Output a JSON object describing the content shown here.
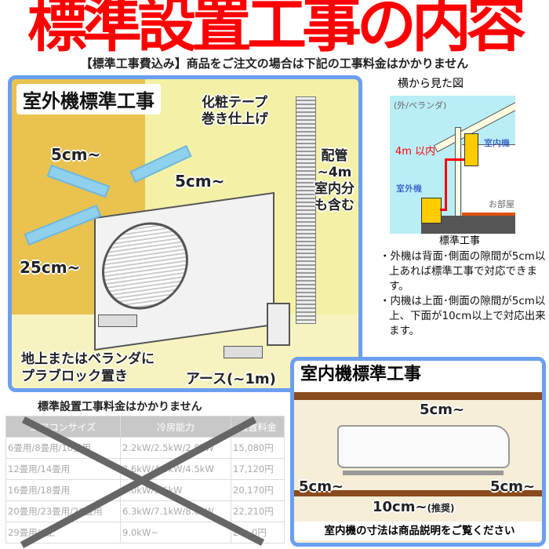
{
  "header": {
    "title": "標準設置工事の内容",
    "subtitle": "【標準工事費込み】商品をご注文の場合は下記の工事料金はかかりません"
  },
  "outdoor": {
    "title": "室外機標準工事",
    "tape": [
      "化粧テープ",
      "巻き仕上げ"
    ],
    "pipe": [
      "配管",
      "~4m",
      "室内分",
      "も含む"
    ],
    "gap_top": "5cm~",
    "gap_side": "5cm~",
    "gap_back": "25cm~",
    "base": [
      "地上またはベランダに",
      "プラブロック置き"
    ],
    "earth": "アース(~1m)"
  },
  "side_view": {
    "heading": "横から見た図",
    "outside": "(外/ベランダ)",
    "distance": "4m 以内",
    "indoor_unit": "室内機",
    "outdoor_unit": "室外機",
    "room": "お部屋",
    "caption": "標準工事",
    "notes": [
      "外機は背面･側面の隙間が5cm以上あれば標準工事で対応できます。",
      "内機は上面･側面の隙間が5cm以上、下面が10cm以上で対応出来ます。"
    ]
  },
  "indoor": {
    "title": "室内機標準工事",
    "gap_top": "5cm~",
    "gap_left": "5cm~",
    "gap_right": "5cm~",
    "gap_bottom": "10cm~",
    "recommended": "(推奨)",
    "footer": "室内機の寸法は商品説明をご覧ください"
  },
  "fee_table": {
    "title": "標準設置工事料金はかかりません",
    "headers": [
      "エアコンサイズ",
      "冷房能力",
      "設置料金"
    ],
    "rows": [
      [
        "6畳用/8畳用/10畳用",
        "2.2kW/2.5kW/2.8kW",
        "15,080円"
      ],
      [
        "12畳用/14畳用",
        "3.6kW/4.0kW/4.5kW",
        "17,120円"
      ],
      [
        "16畳用/18畳用",
        "5.0kW/5.6kW",
        "20,170円"
      ],
      [
        "20畳用/23畳用/26畳用",
        "6.3kW/7.1kW/8.0kW",
        "22,210円"
      ],
      [
        "29畳用以上",
        "9.0kW~",
        "24,_0円"
      ]
    ],
    "crossed_out": true
  },
  "colors": {
    "title": "#ff0000",
    "panel_border": "#6b9ff0",
    "panel_bg": "#f4f1a6",
    "arrow": "#8fd0ee",
    "pipe_red": "#ff0000"
  }
}
